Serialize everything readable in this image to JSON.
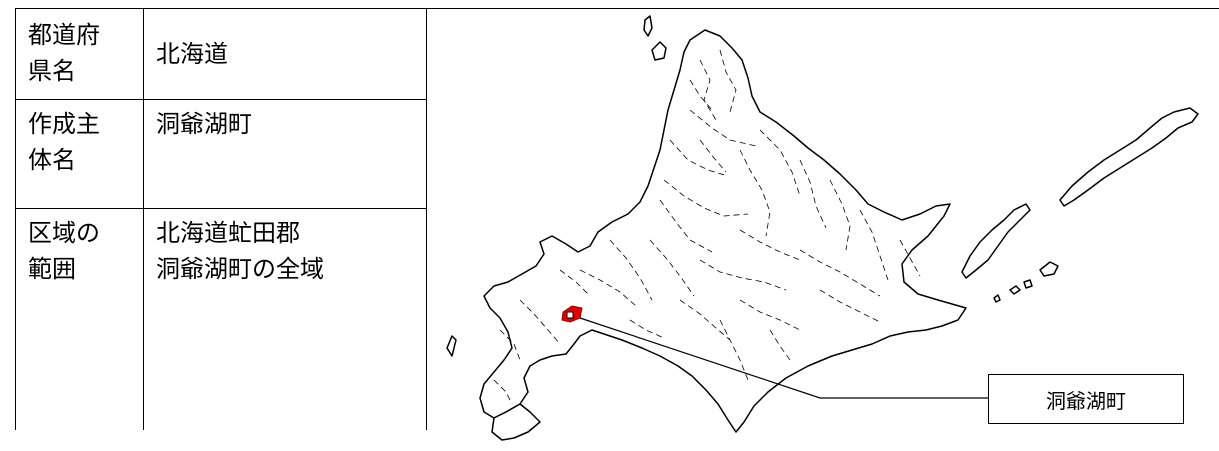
{
  "table": {
    "rows": [
      {
        "key_line1": "都道府",
        "key_line2": "県名",
        "value_line1": "北海道",
        "value_line2": ""
      },
      {
        "key_line1": "作成主",
        "key_line2": "体名",
        "value_line1": "洞爺湖町",
        "value_line2": ""
      },
      {
        "key_line1": "区域の",
        "key_line2": "範囲",
        "value_line1": "北海道虻田郡",
        "value_line2": "洞爺湖町の全域"
      }
    ]
  },
  "map": {
    "callout_label": "洞爺湖町",
    "highlight_color": "#e00000",
    "outline_color": "#000000"
  }
}
